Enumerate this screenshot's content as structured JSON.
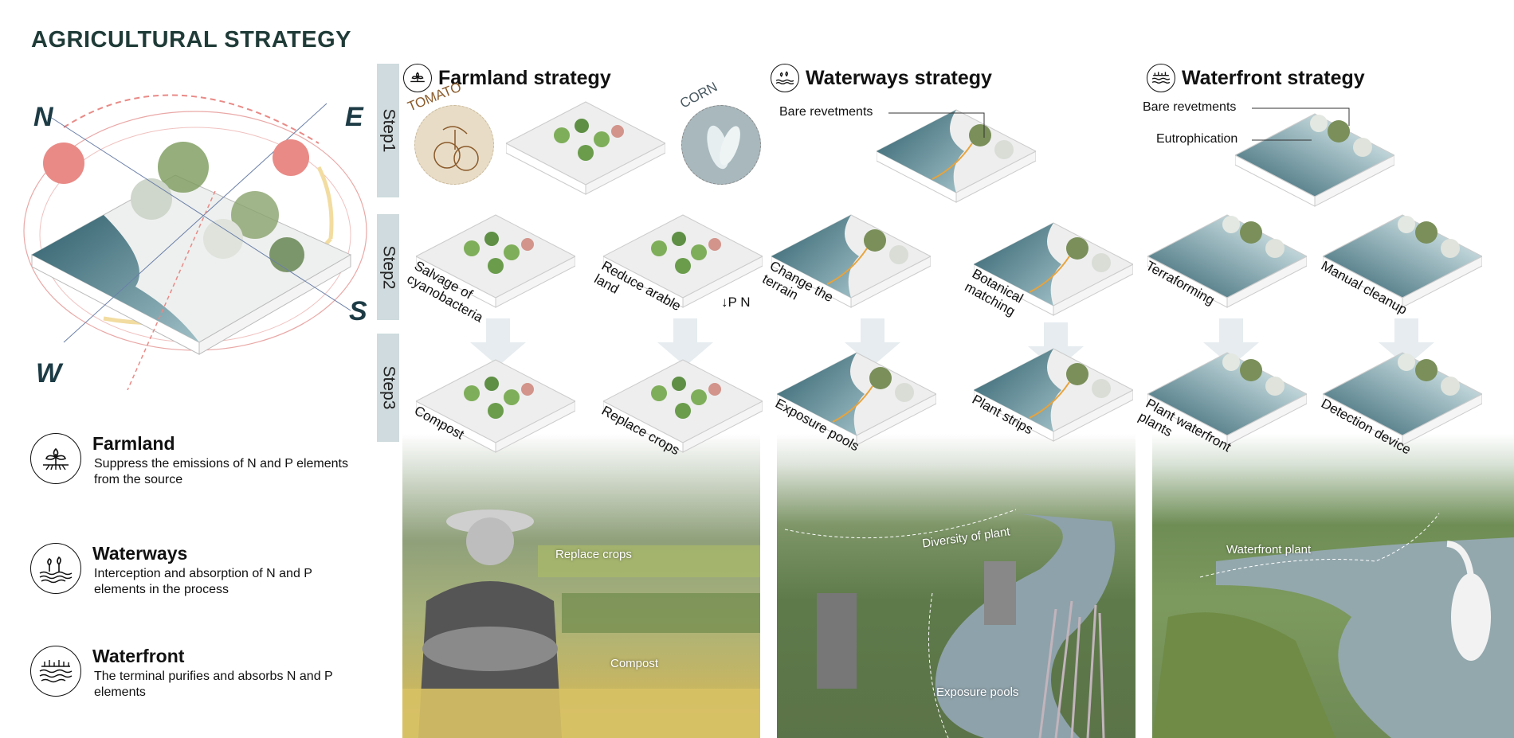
{
  "title": "AGRICULTURAL STRATEGY",
  "compass": {
    "north": "N",
    "east": "E",
    "south": "S",
    "west": "W"
  },
  "steps": [
    "Step1",
    "Step2",
    "Step3"
  ],
  "legend": [
    {
      "icon": "plant-roots-icon",
      "title": "Farmland",
      "description": "Suppress the emissions of N and P elements from the source"
    },
    {
      "icon": "sprouts-water-icon",
      "title": "Waterways",
      "description": "Interception and absorption of N and P elements in the process"
    },
    {
      "icon": "reeds-water-icon",
      "title": "Waterfront",
      "description": "The terminal purifies and absorbs N and P elements"
    }
  ],
  "sections": {
    "farmland": {
      "heading": "Farmland strategy",
      "tomato": "TOMATO",
      "corn": "CORN",
      "reduce_note": "↓P N",
      "tiles": [
        "Salvage of cyanobacteria",
        "Reduce arable land",
        "Compost",
        "Replace crops"
      ],
      "photo_labels": [
        "Replace crops",
        "Compost"
      ]
    },
    "waterways": {
      "heading": "Waterways strategy",
      "callout": "Bare revetments",
      "tiles": [
        "Change the terrain",
        "Botanical matching",
        "Exposure pools",
        "Plant strips"
      ],
      "photo_labels": [
        "Diversity of plant",
        "Exposure pools"
      ]
    },
    "waterfront": {
      "heading": "Waterfront strategy",
      "callouts": [
        "Bare revetments",
        "Eutrophication"
      ],
      "tiles": [
        "Terraforming",
        "Manual cleanup",
        "Plant waterfront plants",
        "Detection device"
      ],
      "photo_labels": [
        "Waterfront plant"
      ]
    }
  },
  "colors": {
    "title": "#1f3b37",
    "water": "#3f6f7c",
    "step_bar": "#cfdbde",
    "sun": "#e98a86",
    "flow": "#e8a33a"
  }
}
